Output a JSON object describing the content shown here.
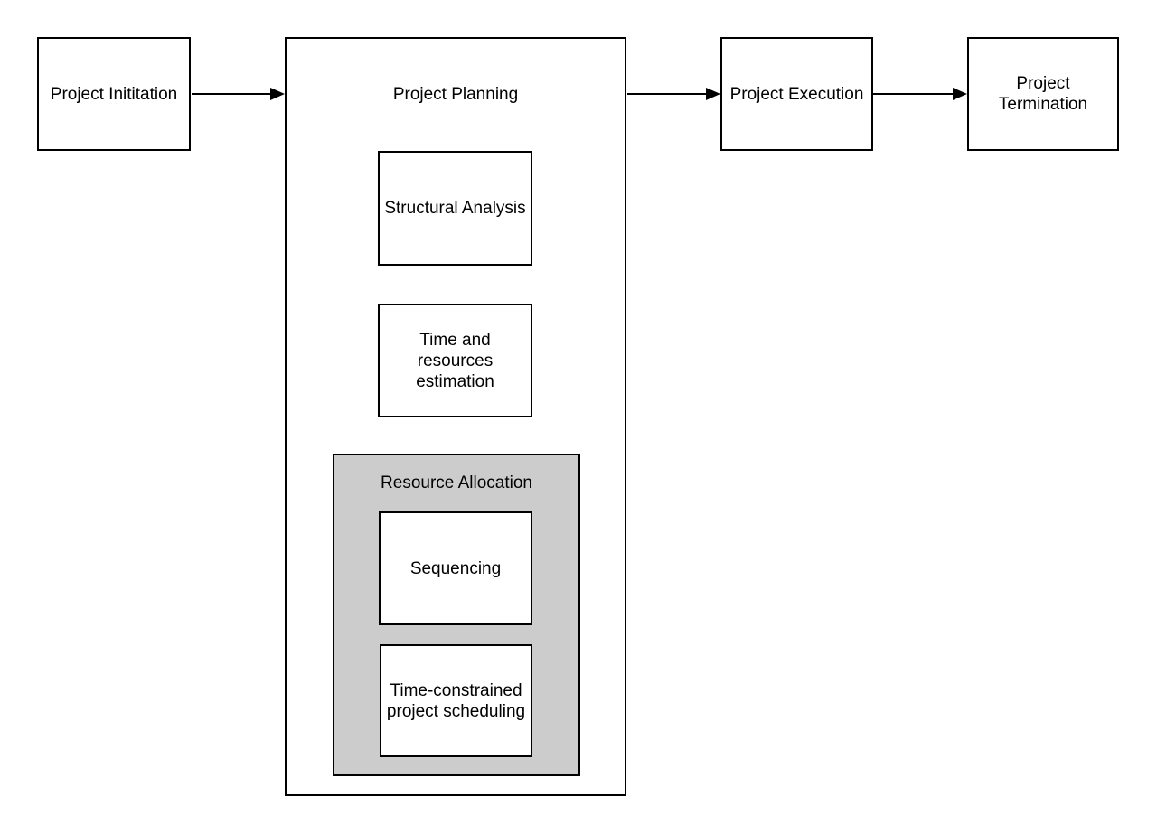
{
  "diagram": {
    "nodes": {
      "initiation": {
        "label": "Project Inititation"
      },
      "planning": {
        "label": "Project Planning"
      },
      "structural_analysis": {
        "label": "Structural Analysis"
      },
      "time_resources_estimation": {
        "label": "Time and resources estimation"
      },
      "resource_allocation": {
        "label": "Resource Allocation"
      },
      "sequencing": {
        "label": "Sequencing"
      },
      "time_constrained": {
        "label": "Time-constrained project scheduling"
      },
      "execution": {
        "label": "Project Execution"
      },
      "termination": {
        "label": "Project Termination"
      }
    },
    "edges": [
      {
        "from": "Project Inititation",
        "to": "Project Planning"
      },
      {
        "from": "Project Planning",
        "to": "Project Execution"
      },
      {
        "from": "Project Execution",
        "to": "Project Termination"
      }
    ],
    "colors": {
      "border": "#000000",
      "text": "#000000",
      "canvas_bg": "#ffffff",
      "node_bg": "#ffffff",
      "group_bg": "#cccccc"
    }
  }
}
